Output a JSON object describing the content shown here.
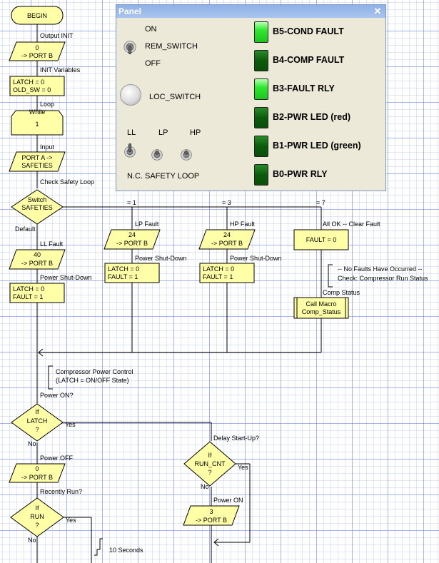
{
  "flow": {
    "begin": "BEGIN",
    "output_init": {
      "caption": "Output INIT",
      "lines": [
        "0",
        "-> PORT B"
      ]
    },
    "init_vars": {
      "caption": "INIT Variables",
      "lines": [
        "LATCH = 0",
        "OLD_SW = 0"
      ]
    },
    "loop": {
      "caption": "Loop",
      "lines": [
        "While",
        "1"
      ]
    },
    "input": {
      "caption": "Input",
      "lines": [
        "PORT A ->",
        "SAFETIES"
      ]
    },
    "check_caption": "Check Safety Loop",
    "switch": {
      "lines": [
        "Switch",
        "SAFETIES"
      ],
      "default": "Default"
    },
    "cases": [
      "= 1",
      "= 3",
      "= 7"
    ],
    "ll_fault": {
      "caption": "LL Fault",
      "lines": [
        "40",
        "-> PORT B"
      ],
      "shutdown": "Power Shut-Down",
      "calc": [
        "LATCH = 0",
        "FAULT = 1"
      ]
    },
    "lp_fault": {
      "caption": "LP Fault",
      "lines": [
        "24",
        "-> PORT B"
      ],
      "shutdown": "Power Shut-Down",
      "calc": [
        "LATCH = 0",
        "FAULT = 1"
      ]
    },
    "hp_fault": {
      "caption": "HP Fault",
      "lines": [
        "24",
        "-> PORT B"
      ],
      "shutdown": "Power Shut-Down",
      "calc": [
        "LATCH = 0",
        "FAULT = 1"
      ]
    },
    "all_ok": {
      "caption": "All OK -- Clear Fault",
      "calc": "FAULT = 0",
      "comment": [
        "-- No Faults Have Occurred --",
        "Check: Compressor Run Status"
      ],
      "macro_caption": "Comp Status",
      "macro": [
        "Call Macro",
        "Comp_Status"
      ]
    },
    "comp_comment": [
      "Compressor Power Control",
      "(LATCH = ON/OFF State)"
    ],
    "power_on_q": "Power ON?",
    "if_latch": {
      "lines": [
        "If",
        "LATCH",
        "?"
      ],
      "yes": "Yes",
      "no": "No"
    },
    "delay": "Delay Start-Up?",
    "if_runcnt": {
      "lines": [
        "If",
        "RUN_CNT",
        "?"
      ],
      "yes": "Yes",
      "no": "No"
    },
    "power_off": {
      "caption": "Power OFF",
      "lines": [
        "0",
        "-> PORT B"
      ]
    },
    "power_on": {
      "caption": "Power ON",
      "lines": [
        "3",
        "-> PORT B"
      ]
    },
    "recently_run": "Recently Run?",
    "if_run": {
      "lines": [
        "If",
        "RUN",
        "?"
      ],
      "yes": "Yes",
      "no": "No"
    },
    "ten_sec": "10 Seconds"
  },
  "panel": {
    "title": "Panel",
    "close": "✕",
    "rem_on": "ON",
    "rem_switch": "REM_SWITCH",
    "rem_off": "OFF",
    "loc_switch": "LOC_SWITCH",
    "ll": "LL",
    "lp": "LP",
    "hp": "HP",
    "safety_loop": "N.C. SAFETY LOOP",
    "leds": [
      {
        "label": "B5-COND FAULT",
        "state": "on"
      },
      {
        "label": "B4-COMP FAULT",
        "state": "off"
      },
      {
        "label": "B3-FAULT RLY",
        "state": "on"
      },
      {
        "label": "B2-PWR LED (red)",
        "state": "off"
      },
      {
        "label": "B1-PWR LED (green)",
        "state": "off"
      },
      {
        "label": "B0-PWR RLY",
        "state": "off"
      }
    ]
  }
}
